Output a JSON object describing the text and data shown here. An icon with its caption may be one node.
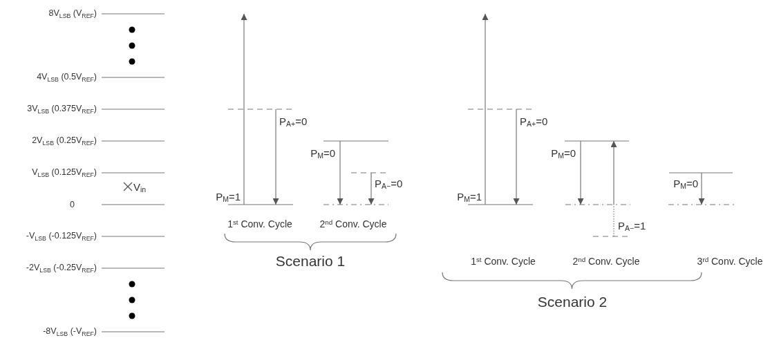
{
  "diagram": {
    "labels": [
      "8V$_{LSB}$ (V$_{REF}$)",
      "4V$_{LSB}$ (0.5V$_{REF}$)",
      "3V$_{LSB}$ (0.375V$_{REF}$)",
      "2V$_{LSB}$ (0.25V$_{REF}$)",
      "V$_{LSB}$ (0.125V$_{REF}$)",
      "V$_{in}$",
      "0",
      "-V$_{LSB}$ (-0.125V$_{REF}$)",
      "-2V$_{LSB}$ (-0.25V$_{REF}$)",
      "-8V$_{LSB}$ (-V$_{REF}$)",
      "P$_{A+}$=0",
      "P$_{M}$=0",
      "P$_{A−}$=0",
      "P$_{M}$=1",
      "1$^{st}$ Conv. Cycle",
      "2$^{nd}$ Conv. Cycle",
      "Scenario 1",
      "P$_{A+}$=0",
      "P$_{M}$=0",
      "P$_{M}$=0",
      "P$_{M}$=1",
      "P$_{A−}$=1",
      "1$^{st}$ Conv. Cycle",
      "2$^{nd}$ Conv. Cycle",
      "3$^{rd}$ Conv. Cycle",
      "Scenario 2"
    ]
  }
}
